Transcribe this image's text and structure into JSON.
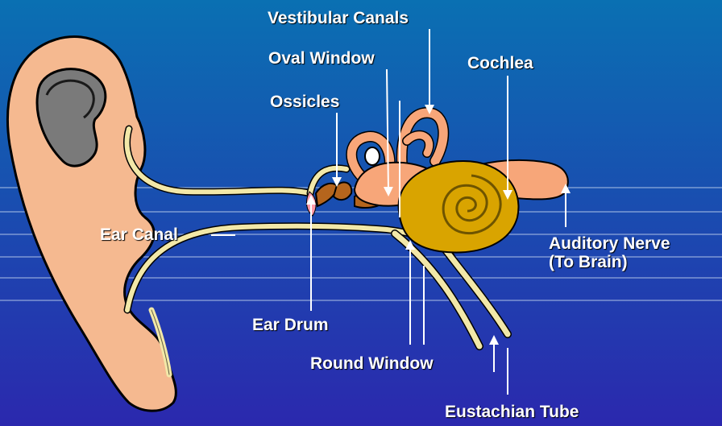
{
  "colors": {
    "background_top": "#0a6fb0",
    "background_bottom": "#2a2ab0",
    "skin": "#f5b990",
    "bone": "#f2e8a8",
    "cochlea": "#d9a400",
    "ossicle": "#b5651d",
    "label_text": "#ffffff"
  },
  "labels": {
    "vestibular_canals": "Vestibular Canals",
    "oval_window": "Oval Window",
    "cochlea": "Cochlea",
    "ossicles": "Ossicles",
    "ear_canal": "Ear Canal",
    "auditory_nerve_line1": "Auditory Nerve",
    "auditory_nerve_line2": "(To Brain)",
    "ear_drum": "Ear Drum",
    "round_window": "Round Window",
    "eustachian_tube": "Eustachian Tube"
  }
}
